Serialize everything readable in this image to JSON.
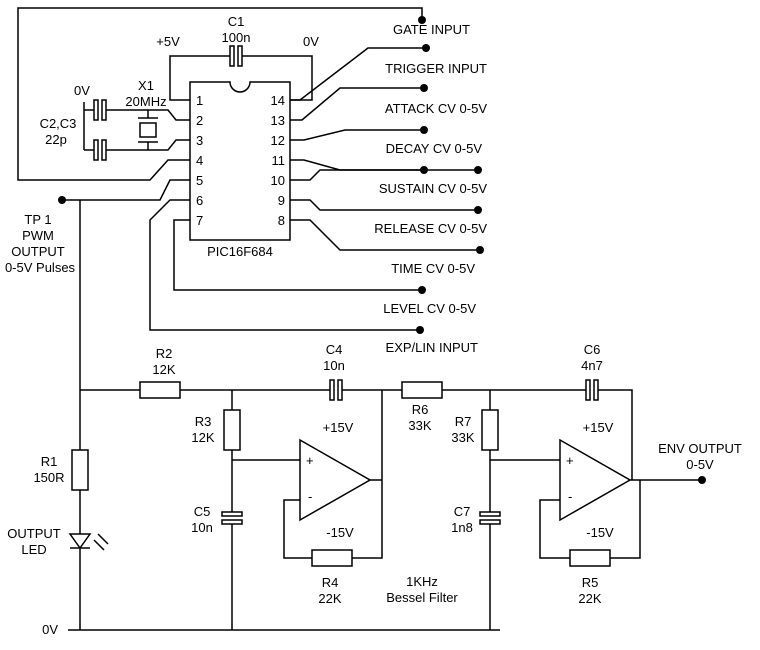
{
  "chip": {
    "name": "PIC16F684",
    "pins_left": [
      "1",
      "2",
      "3",
      "4",
      "5",
      "6",
      "7"
    ],
    "pins_right": [
      "14",
      "13",
      "12",
      "11",
      "10",
      "9",
      "8"
    ]
  },
  "inputs": [
    "GATE INPUT",
    "TRIGGER INPUT",
    "ATTACK CV 0-5V",
    "DECAY CV 0-5V",
    "SUSTAIN CV 0-5V",
    "RELEASE CV 0-5V",
    "TIME CV 0-5V",
    "LEVEL CV 0-5V",
    "EXP/LIN INPUT"
  ],
  "supply": {
    "plus5": "+5V",
    "zero": "0V"
  },
  "c1": {
    "name": "C1",
    "value": "100n"
  },
  "xtal": {
    "name": "X1",
    "value": "20MHz",
    "gnd": "0V",
    "caps": "C2,C3",
    "cap_value": "22p"
  },
  "tp1": {
    "l1": "TP 1",
    "l2": "PWM",
    "l3": "OUTPUT",
    "l4": "0-5V Pulses"
  },
  "r1": {
    "name": "R1",
    "value": "150R"
  },
  "led": {
    "l1": "OUTPUT",
    "l2": "LED"
  },
  "gnd_label": "0V",
  "r2": {
    "name": "R2",
    "value": "12K"
  },
  "r3": {
    "name": "R3",
    "value": "12K"
  },
  "c4": {
    "name": "C4",
    "value": "10n"
  },
  "c5": {
    "name": "C5",
    "value": "10n"
  },
  "r4": {
    "name": "R4",
    "value": "22K"
  },
  "r6": {
    "name": "R6",
    "value": "33K"
  },
  "r7": {
    "name": "R7",
    "value": "33K"
  },
  "c6": {
    "name": "C6",
    "value": "4n7"
  },
  "c7": {
    "name": "C7",
    "value": "1n8"
  },
  "r5": {
    "name": "R5",
    "value": "22K"
  },
  "opamp": {
    "plus_supply": "+15V",
    "minus_supply": "-15V",
    "plus": "+",
    "minus": "-"
  },
  "filter": {
    "l1": "1KHz",
    "l2": "Bessel Filter"
  },
  "env": {
    "l1": "ENV OUTPUT",
    "l2": "0-5V"
  }
}
